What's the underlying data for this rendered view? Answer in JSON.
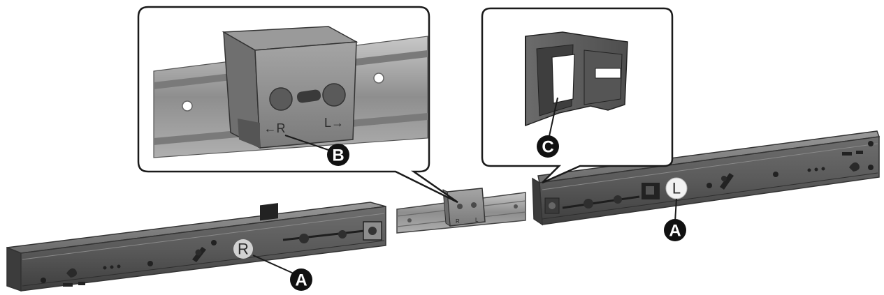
{
  "callouts": {
    "a_left": "A",
    "a_right": "A",
    "b": "B",
    "c": "C"
  },
  "rail_labels": {
    "right": "R",
    "left": "L"
  },
  "detail_b": {
    "mark_right": "←R",
    "mark_left": "L→"
  },
  "colors": {
    "rail_dark": "#4a4a4a",
    "rail_mid": "#7d7d7d",
    "rail_light": "#b5b5b5",
    "callout_fill": "#111111",
    "panel_border": "#1a1a1a"
  }
}
